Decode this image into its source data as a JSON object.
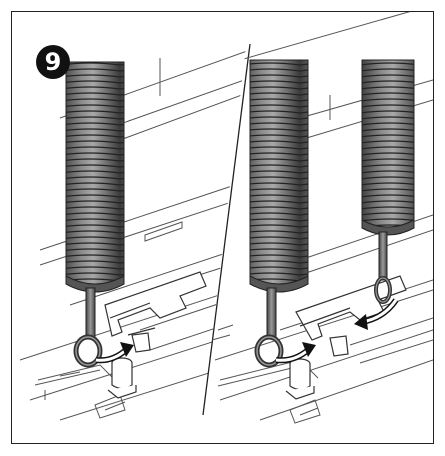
{
  "step": {
    "number": "9"
  },
  "icons": {
    "panel_left": "spring-hook-attach-illustration",
    "panel_right": "second-spring-hook-attach-illustration",
    "arrow": "curved-arrow-icon"
  },
  "colors": {
    "spring_dark": "#3a3a3a",
    "spring_light": "#9a9a9a",
    "line": "#2a2a2a",
    "background": "#ffffff"
  }
}
